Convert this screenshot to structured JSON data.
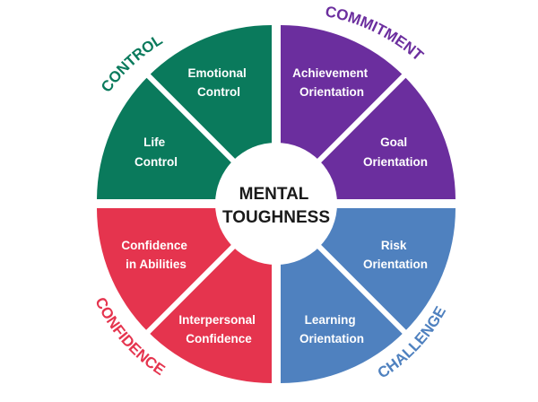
{
  "center": {
    "line1": "MENTAL",
    "line2": "TOUGHNESS"
  },
  "quadrants": [
    {
      "key": "control",
      "title": "CONTROL",
      "color": "#0a7a5c",
      "segments": [
        {
          "line1": "Emotional",
          "line2": "Control"
        },
        {
          "line1": "Life",
          "line2": "Control"
        }
      ]
    },
    {
      "key": "commitment",
      "title": "COMMITMENT",
      "color": "#6b2e9e",
      "segments": [
        {
          "line1": "Achievement",
          "line2": "Orientation"
        },
        {
          "line1": "Goal",
          "line2": "Orientation"
        }
      ]
    },
    {
      "key": "challenge",
      "title": "CHALLENGE",
      "color": "#4f81bf",
      "segments": [
        {
          "line1": "Risk",
          "line2": "Orientation"
        },
        {
          "line1": "Learning",
          "line2": "Orientation"
        }
      ]
    },
    {
      "key": "confidence",
      "title": "CONFIDENCE",
      "color": "#e5344e",
      "segments": [
        {
          "line1": "Confidence",
          "line2": "in Abilities"
        },
        {
          "line1": "Interpersonal",
          "line2": "Confidence"
        }
      ]
    }
  ]
}
